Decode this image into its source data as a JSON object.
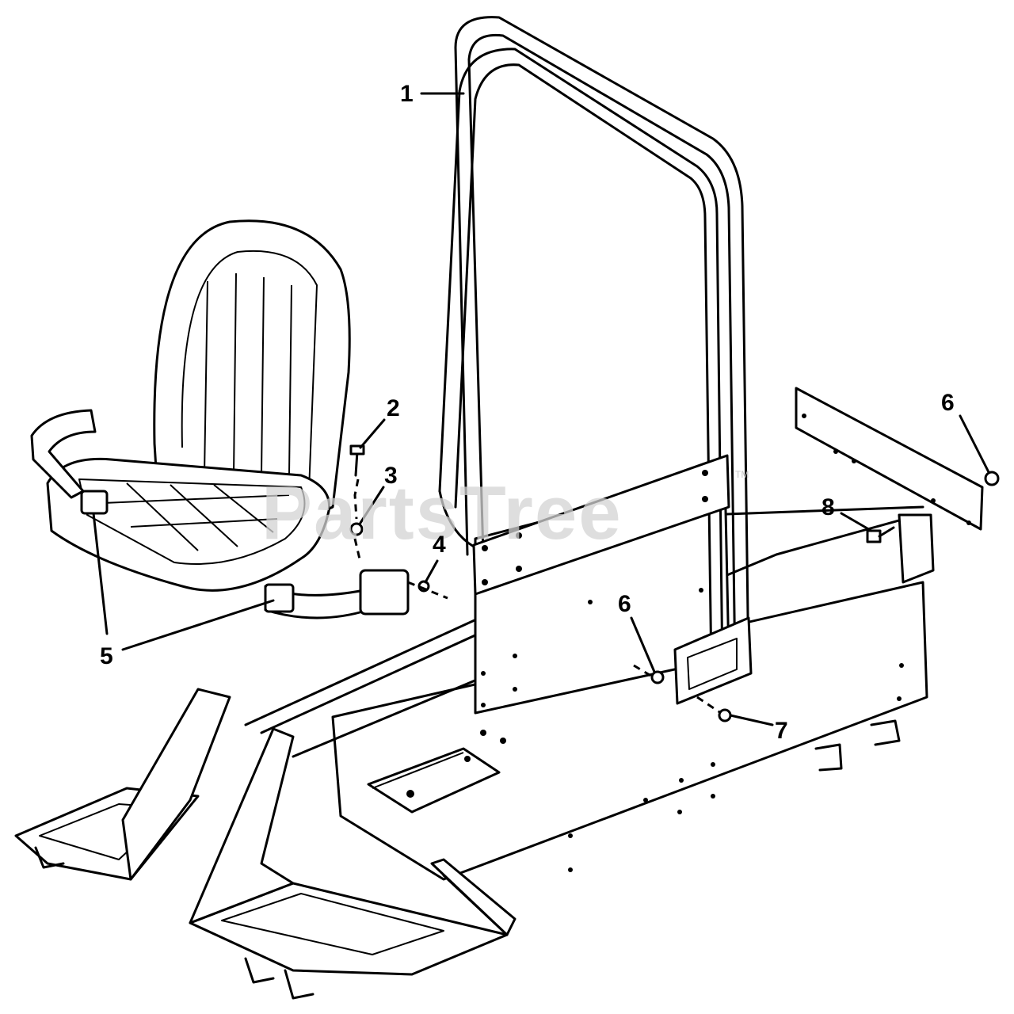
{
  "watermark": {
    "text": "PartsTree",
    "trademark": "TM"
  },
  "callouts": [
    {
      "id": "1",
      "label": "1"
    },
    {
      "id": "2",
      "label": "2"
    },
    {
      "id": "3",
      "label": "3"
    },
    {
      "id": "4",
      "label": "4"
    },
    {
      "id": "5",
      "label": "5"
    },
    {
      "id": "6a",
      "label": "6"
    },
    {
      "id": "6b",
      "label": "6"
    },
    {
      "id": "7",
      "label": "7"
    },
    {
      "id": "8",
      "label": "8"
    }
  ]
}
